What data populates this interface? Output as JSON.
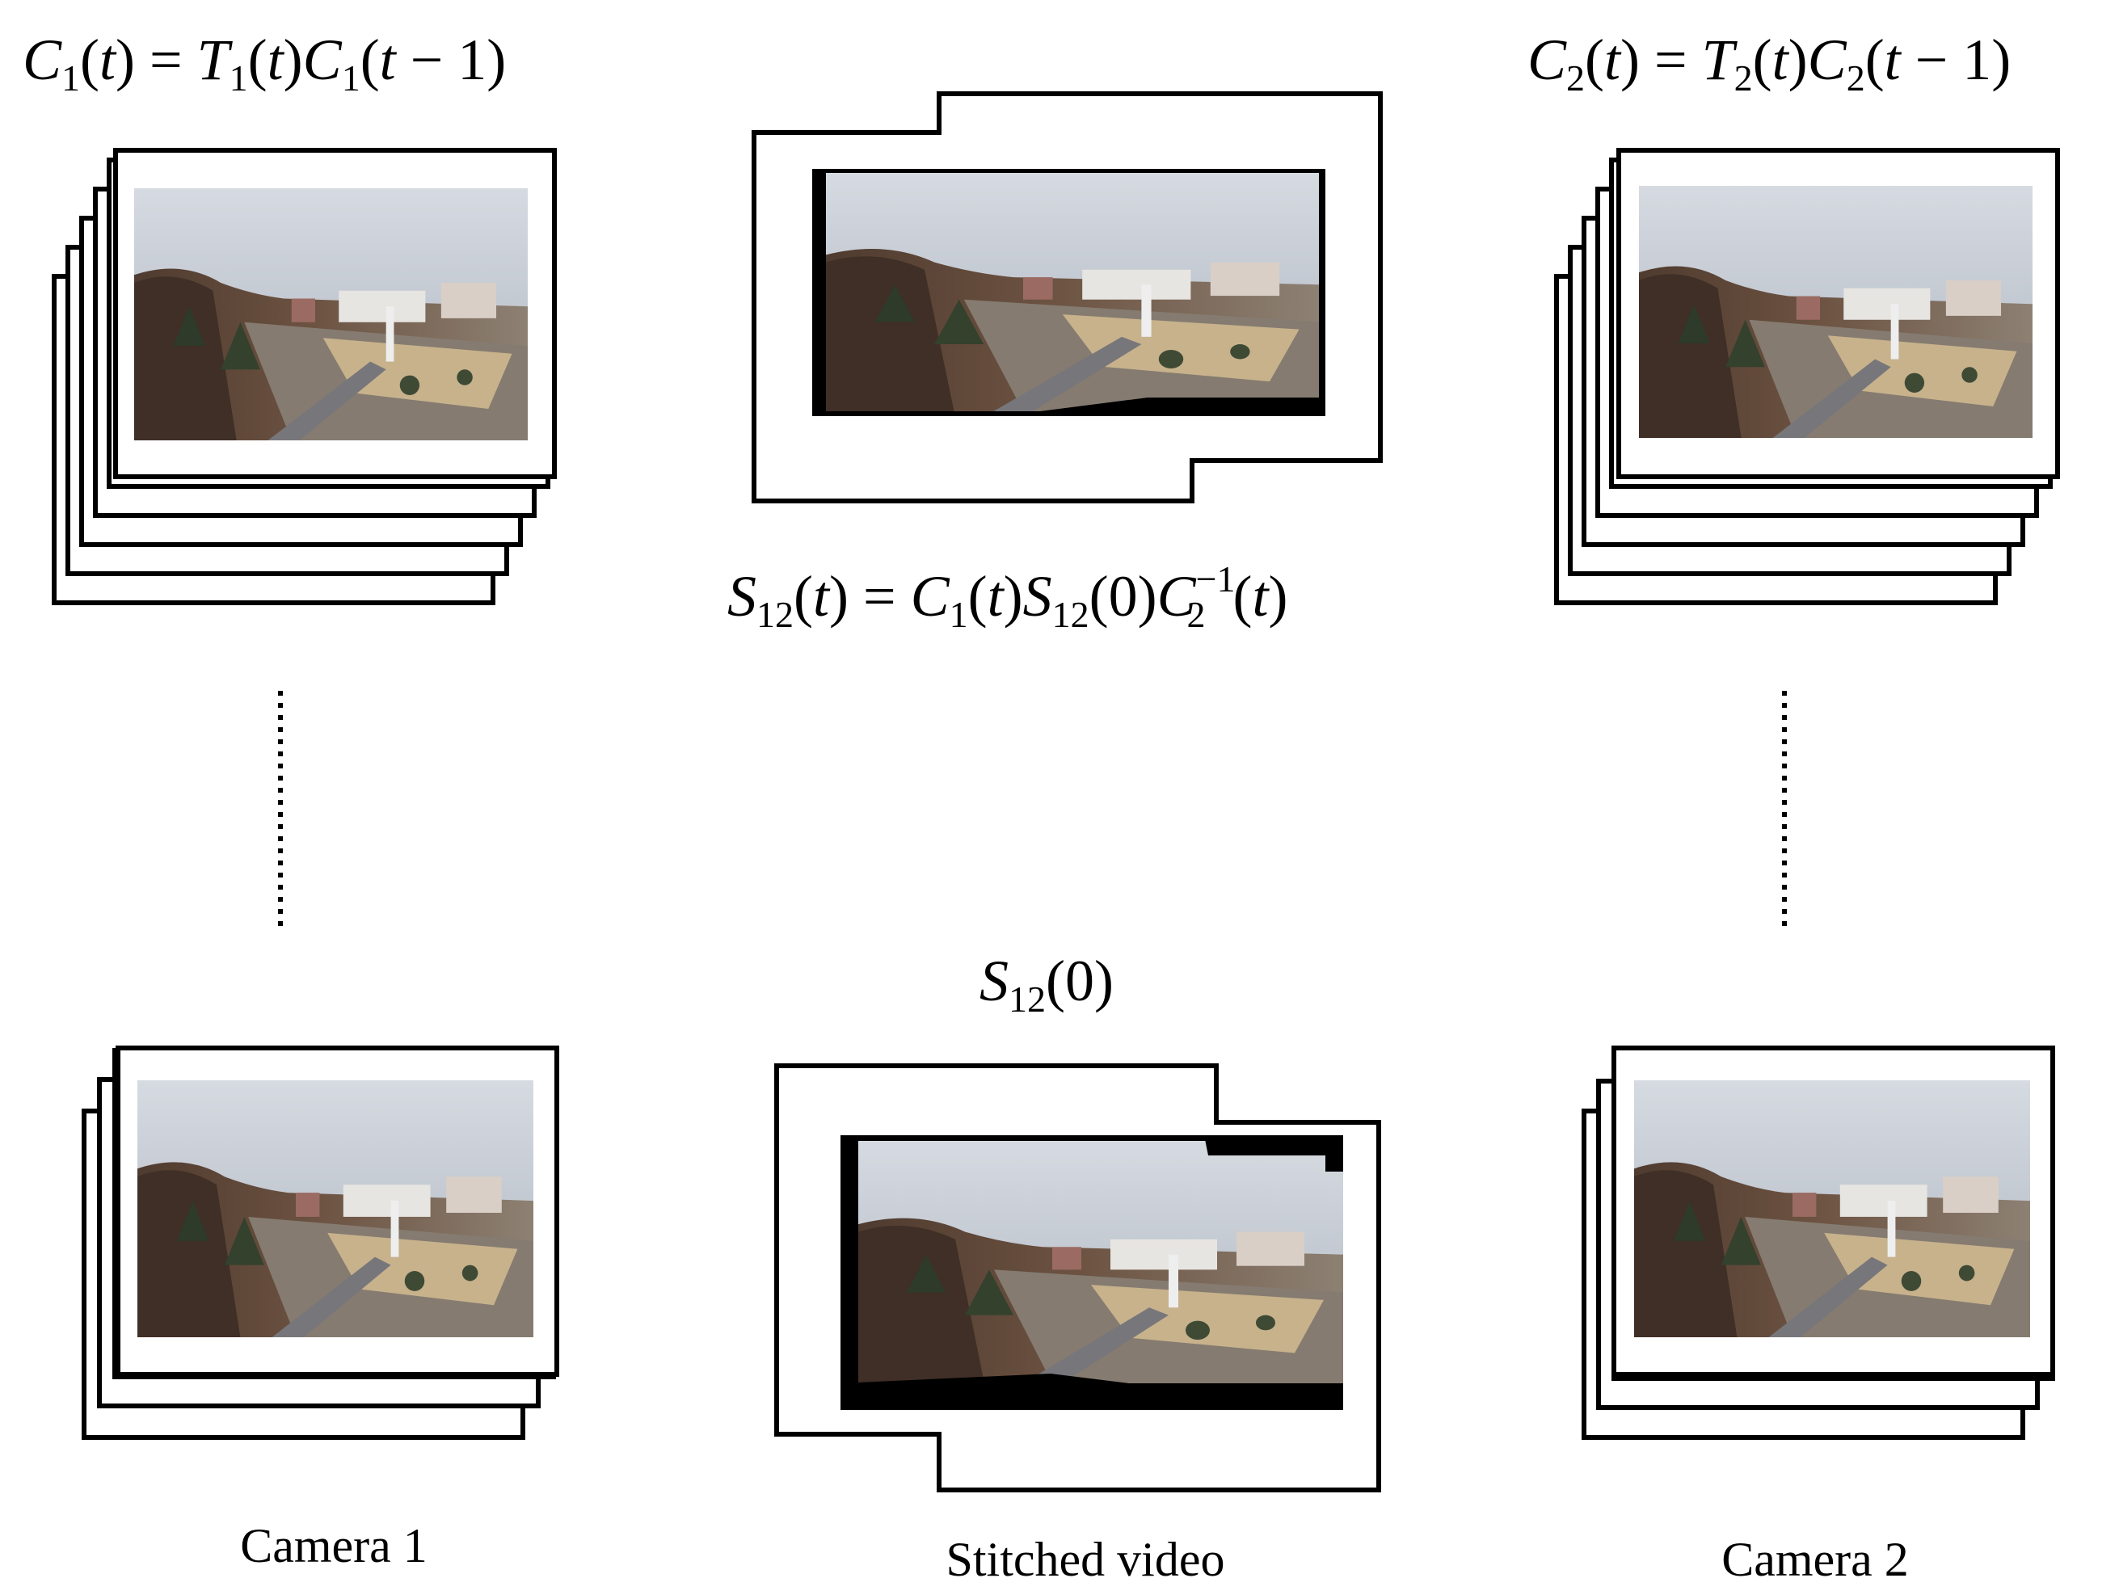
{
  "equations": {
    "camera1_motion": {
      "c": "C",
      "c_sub": "1",
      "t1": "(",
      "t_var": "t",
      "t2": ") = ",
      "T": "T",
      "T_sub": "1",
      "t3": "(",
      "t_var2": "t",
      "t4": ")",
      "c2": "C",
      "c2_sub": "1",
      "t5": "(",
      "t_var3": "t",
      "t6": " − 1)"
    },
    "camera2_motion": {
      "c": "C",
      "c_sub": "2",
      "t1": "(",
      "t_var": "t",
      "t2": ") = ",
      "T": "T",
      "T_sub": "2",
      "t3": "(",
      "t_var2": "t",
      "t4": ")",
      "c2": "C",
      "c2_sub": "2",
      "t5": "(",
      "t_var3": "t",
      "t6": " − 1)"
    },
    "stitch_t": {
      "s": "S",
      "s_sub": "12",
      "p1": "(",
      "tv": "t",
      "p2": ") = ",
      "c1": "C",
      "c1_sub": "1",
      "p3": "(",
      "tv2": "t",
      "p4": ")",
      "s2": "S",
      "s2_sub": "12",
      "p5": "(0)",
      "c2": "C",
      "c2_sub": "2",
      "c2_sup": "−1",
      "p6": "(",
      "tv3": "t",
      "p7": ")"
    },
    "stitch_0": {
      "s": "S",
      "s_sub": "12",
      "arg": "(0)"
    }
  },
  "labels": {
    "camera1": "Camera 1",
    "stitched": "Stitched video",
    "camera2": "Camera 2"
  },
  "colors": {
    "sky_top": "#d9dde4",
    "sky_bottom": "#b9c0c9",
    "hill_dark": "#4a3a30",
    "hill_brown": "#6e4f3e",
    "ground": "#8f8478",
    "plaza": "#c9b48f",
    "building": "#e8e6e2",
    "road": "#7b7b80"
  }
}
